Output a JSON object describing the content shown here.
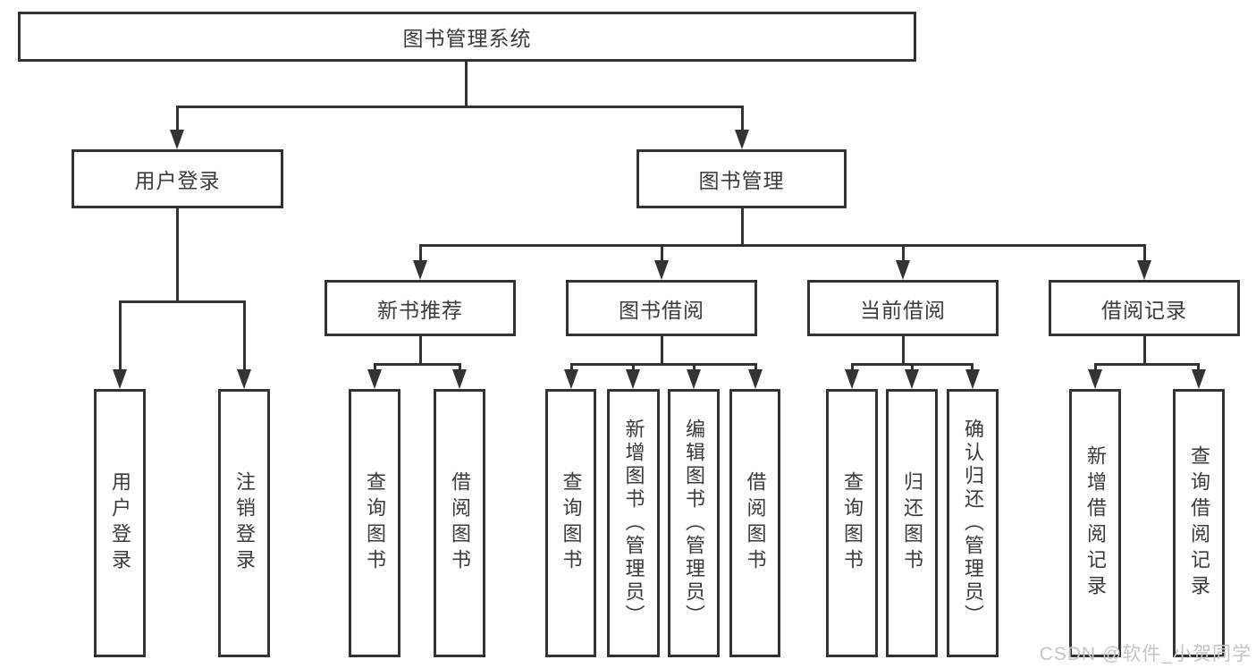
{
  "tree": {
    "root": "图书管理系统",
    "branches": [
      {
        "label": "用户登录",
        "children": [
          "用户登录",
          "注销登录"
        ]
      },
      {
        "label": "图书管理",
        "sections": [
          {
            "label": "新书推荐",
            "children": [
              "查询图书",
              "借阅图书"
            ]
          },
          {
            "label": "图书借阅",
            "children": [
              "查询图书",
              "新增图书（管理员）",
              "编辑图书（管理员）",
              "借阅图书"
            ]
          },
          {
            "label": "当前借阅",
            "children": [
              "查询图书",
              "归还图书",
              "确认归还（管理员）"
            ]
          },
          {
            "label": "借阅记录",
            "children": [
              "新增借阅记录",
              "查询借阅记录"
            ]
          }
        ]
      }
    ]
  },
  "watermark": {
    "text": "CSDN @软件_小贺同学"
  },
  "colors": {
    "line": "#333333",
    "text": "#3b3b3b",
    "background": "#ffffff",
    "watermark": "#c6c6c6"
  }
}
